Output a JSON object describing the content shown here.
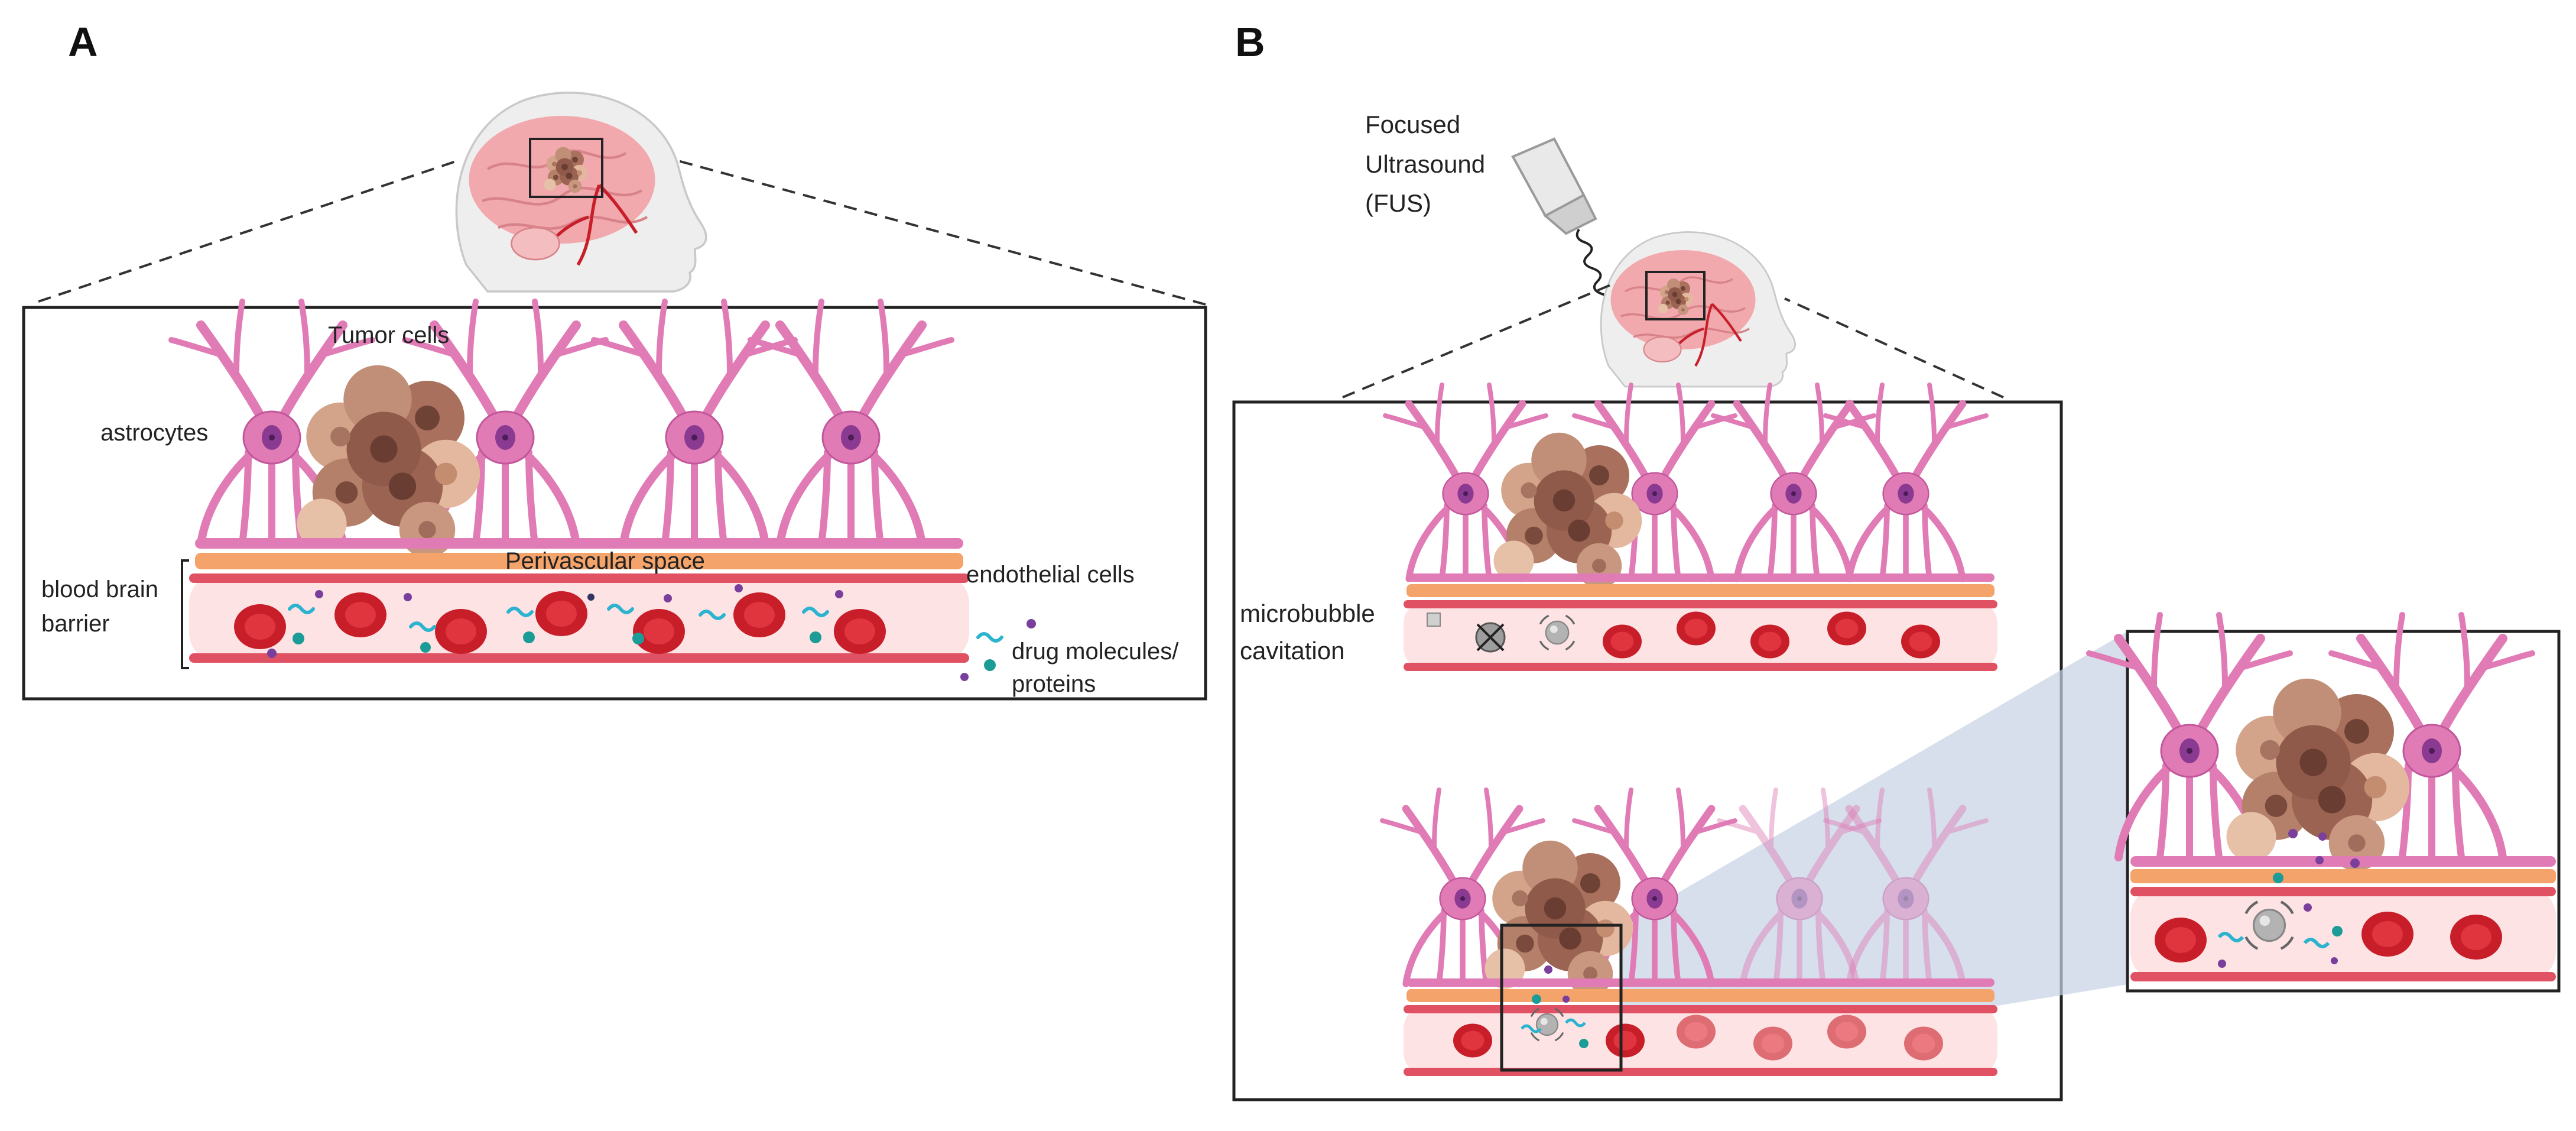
{
  "panels": {
    "a": {
      "letter": "A",
      "labels": {
        "tumor_cells": "Tumor cells",
        "astrocytes": "astrocytes",
        "perivascular_space": "Perivascular space",
        "endothelial_cells": "endothelial cells",
        "bbb_line1": "blood brain",
        "bbb_line2": "barrier",
        "drug_line1": "drug molecules/",
        "drug_line2": "proteins"
      }
    },
    "b": {
      "letter": "B",
      "labels": {
        "fus_line1": "Focused",
        "fus_line2": "Ultrasound",
        "fus_line3": "(FUS)",
        "mb_line1": "microbubble",
        "mb_line2": "cavitation"
      }
    }
  },
  "colors": {
    "astrocyte": "#e07bb5",
    "astrocyte_dark": "#c2569a",
    "astrocyte_nucleus": "#8a3a91",
    "endothelium": "#e05263",
    "perivascular_band": "#f4a36a",
    "vessel_lumen": "#fde3e3",
    "red_blood_cell": "#d8232f",
    "tumor": "#b07a63",
    "tumor_light": "#e0b49a",
    "drug_teal": "#1c9c97",
    "drug_blue": "#2bb3cf",
    "drug_purple": "#7a3f9d",
    "brain": "#f1a9ad",
    "head": "#eeeeee",
    "beam": "#c4d2e3"
  }
}
